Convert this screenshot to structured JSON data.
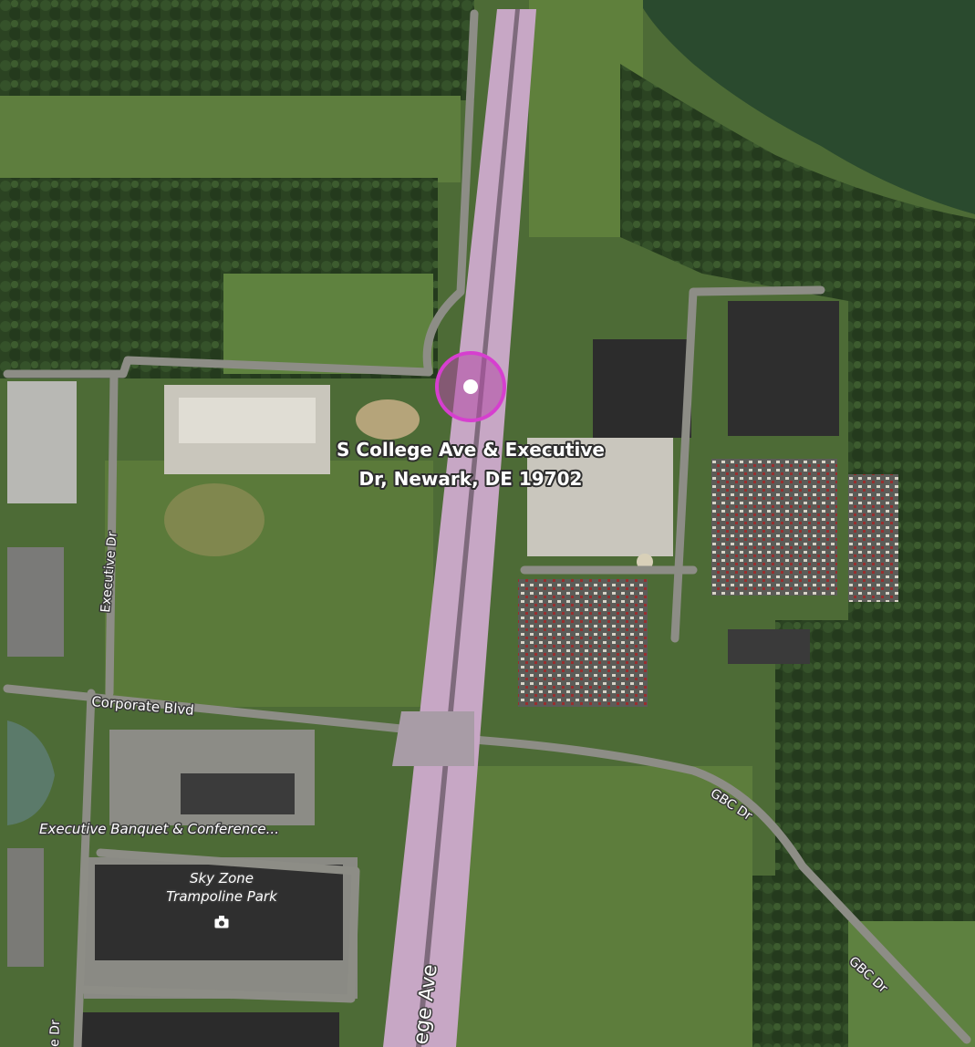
{
  "map": {
    "view": "aerial",
    "pin": {
      "address_line1": "S College Ave & Executive",
      "address_line2": "Dr, Newark, DE 19702",
      "color": "#c23bb8"
    },
    "roads": {
      "main_highway": "ege Ave",
      "corporate": "Corporate Blvd",
      "executive": "Executive Dr",
      "executive_bottom": "e Dr",
      "gbc_1": "GBC Dr",
      "gbc_2": "GBC Dr"
    },
    "pois": {
      "banquet": "Executive Banquet & Conference...",
      "skyzone_line1": "Sky Zone",
      "skyzone_line2": "Trampoline Park",
      "skyzone_icon": "camera-icon"
    },
    "colors": {
      "highway": "#c9a6c9",
      "water": "#2c4a30",
      "forest": "#2e4a25",
      "field": "#5a7a3c"
    }
  }
}
